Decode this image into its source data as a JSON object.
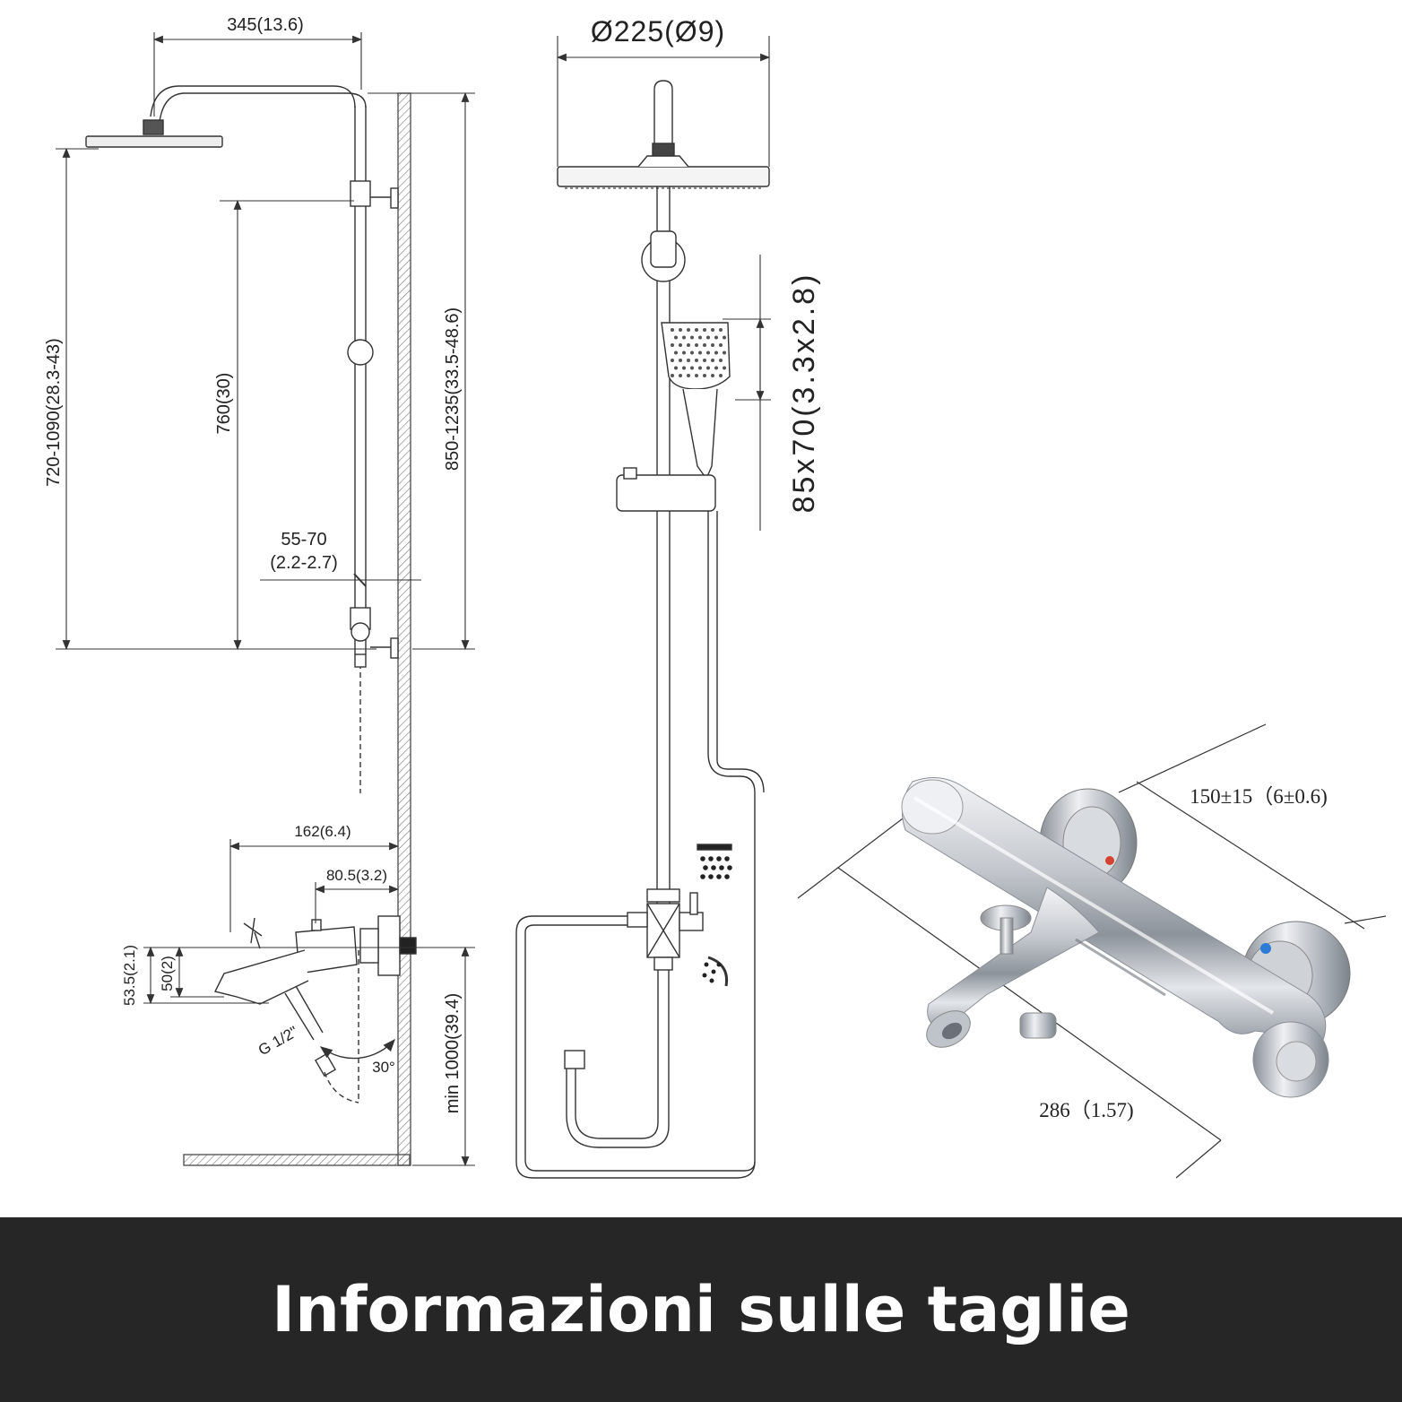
{
  "banner": {
    "title": "Informazioni sulle taglie"
  },
  "side_view": {
    "arm_length": "345(13.6)",
    "head_height_range": "720-1090(28.3-43)",
    "rail_length": "760(30)",
    "wall_total": "850-1235(33.5-48.6)",
    "bracket_offset_mm": "55-70",
    "bracket_offset_in": "(2.2-2.7)",
    "mixer_depth": "162(6.4)",
    "mixer_inner": "80.5(3.2)",
    "spout_drop_outer": "53.5(2.1)",
    "spout_drop_inner": "50(2)",
    "thread": "G 1/2\"",
    "angle": "30°",
    "min_height": "min 1000(39.4)"
  },
  "front_view": {
    "head_diameter": "Ø225(Ø9)",
    "hand_shower_size": "85x70(3.3x2.8)"
  },
  "mixer_view": {
    "width": "150±15（6±0.6)",
    "length": "286（1.57)"
  },
  "colors": {
    "banner": "#262626",
    "line": "#333333",
    "chrome": "#c9ccd1"
  }
}
